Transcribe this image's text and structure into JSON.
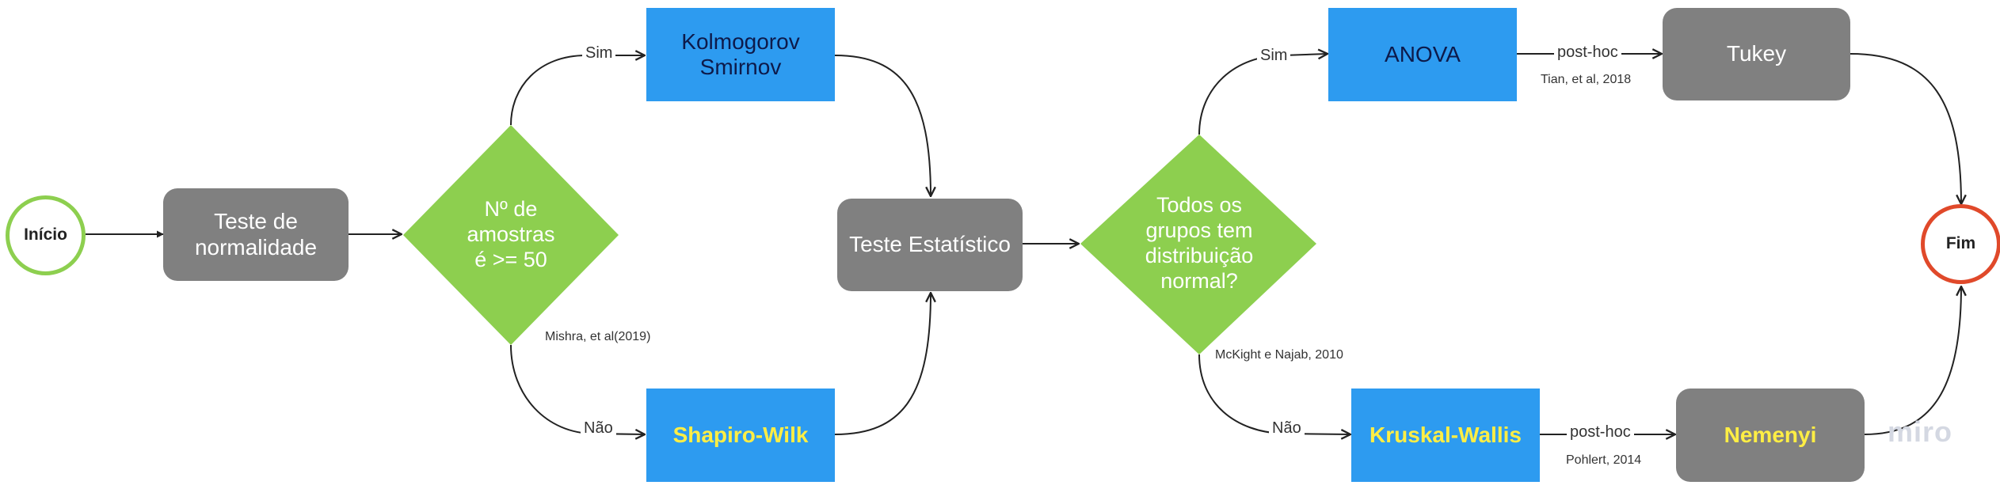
{
  "nodes": {
    "inicio": "Início",
    "teste_normalidade": "Teste de\nnormalidade",
    "n_amostras": "Nº de\namostras\né >= 50",
    "kolmogorov": "Kolmogorov\nSmirnov",
    "shapiro": "Shapiro-Wilk",
    "teste_estatistico": "Teste Estatístico",
    "grupos_normal": "Todos os\ngrupos tem\ndistribuição\nnormal?",
    "anova": "ANOVA",
    "kruskal": "Kruskal-Wallis",
    "tukey": "Tukey",
    "nemenyi": "Nemenyi",
    "fim": "Fim"
  },
  "edge_labels": {
    "sim_top_left": "Sim",
    "nao_bottom_left": "Não",
    "sim_top_right": "Sim",
    "nao_bottom_right": "Não",
    "posthoc_top": "post-hoc",
    "posthoc_bottom": "post-hoc"
  },
  "citations": {
    "mishra": "Mishra, et al(2019)",
    "mckight": "McKight e Najab, 2010",
    "tian": "Tian, et al, 2018",
    "pohlert": "Pohlert, 2014"
  },
  "colors": {
    "green_diamond": "#8dcf4f",
    "gray_box": "#808080",
    "blue_box": "#2d9bf0",
    "start_ring": "#8dcf4f",
    "end_ring": "#e0492a",
    "highlight_text": "#ffee44"
  },
  "watermark": "miro"
}
